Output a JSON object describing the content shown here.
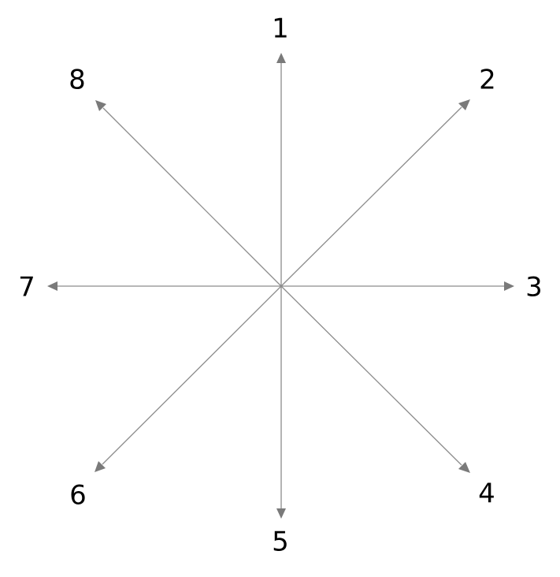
{
  "diagram": {
    "directions": [
      {
        "label": "1",
        "name": "up"
      },
      {
        "label": "2",
        "name": "up-right"
      },
      {
        "label": "3",
        "name": "right"
      },
      {
        "label": "4",
        "name": "down-right"
      },
      {
        "label": "5",
        "name": "down"
      },
      {
        "label": "6",
        "name": "down-left"
      },
      {
        "label": "7",
        "name": "left"
      },
      {
        "label": "8",
        "name": "up-left"
      }
    ],
    "colors": {
      "line": "#8c8c8c",
      "arrowhead": "#7a7a7a",
      "text": "#000000",
      "background": "#ffffff"
    }
  }
}
